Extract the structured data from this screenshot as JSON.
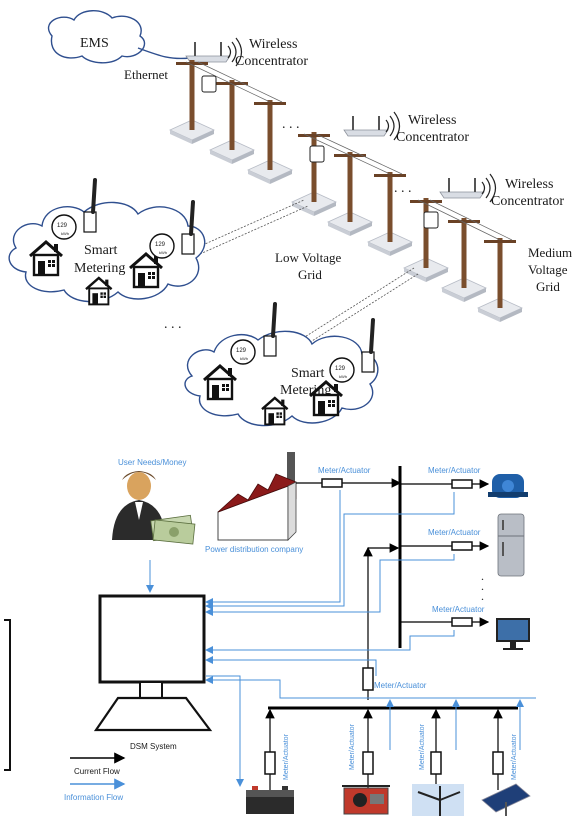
{
  "top": {
    "ems_label": "EMS",
    "ethernet_label": "Ethernet",
    "concentrators": [
      {
        "line1": "Wireless",
        "line2": "Concentrator"
      },
      {
        "line1": "Wireless",
        "line2": "Concentrator"
      },
      {
        "line1": "Wireless",
        "line2": "Concentrator"
      }
    ],
    "low_voltage": {
      "line1": "Low Voltage",
      "line2": "Grid"
    },
    "medium_voltage": {
      "line1": "Medium",
      "line2": "Voltage",
      "line3": "Grid"
    },
    "smart_metering": [
      {
        "line1": "Smart",
        "line2": "Metering"
      },
      {
        "line1": "Smart",
        "line2": "Metering"
      }
    ],
    "meter_reading": "129",
    "meter_unit": "kWh"
  },
  "bottom": {
    "user_needs_label": "User Needs/Money",
    "power_company_label": "Power distribution company",
    "dsm_label": "DSM System",
    "meter_actuator_label": "Meter/Actuator",
    "legend": {
      "current_flow": "Current Flow",
      "information_flow": "Information Flow"
    }
  },
  "colors": {
    "information_flow": "#4a90d9",
    "current_flow": "#000000",
    "factory_roof": "#8b1a1a",
    "cloud_stroke": "#2f4f8f"
  }
}
